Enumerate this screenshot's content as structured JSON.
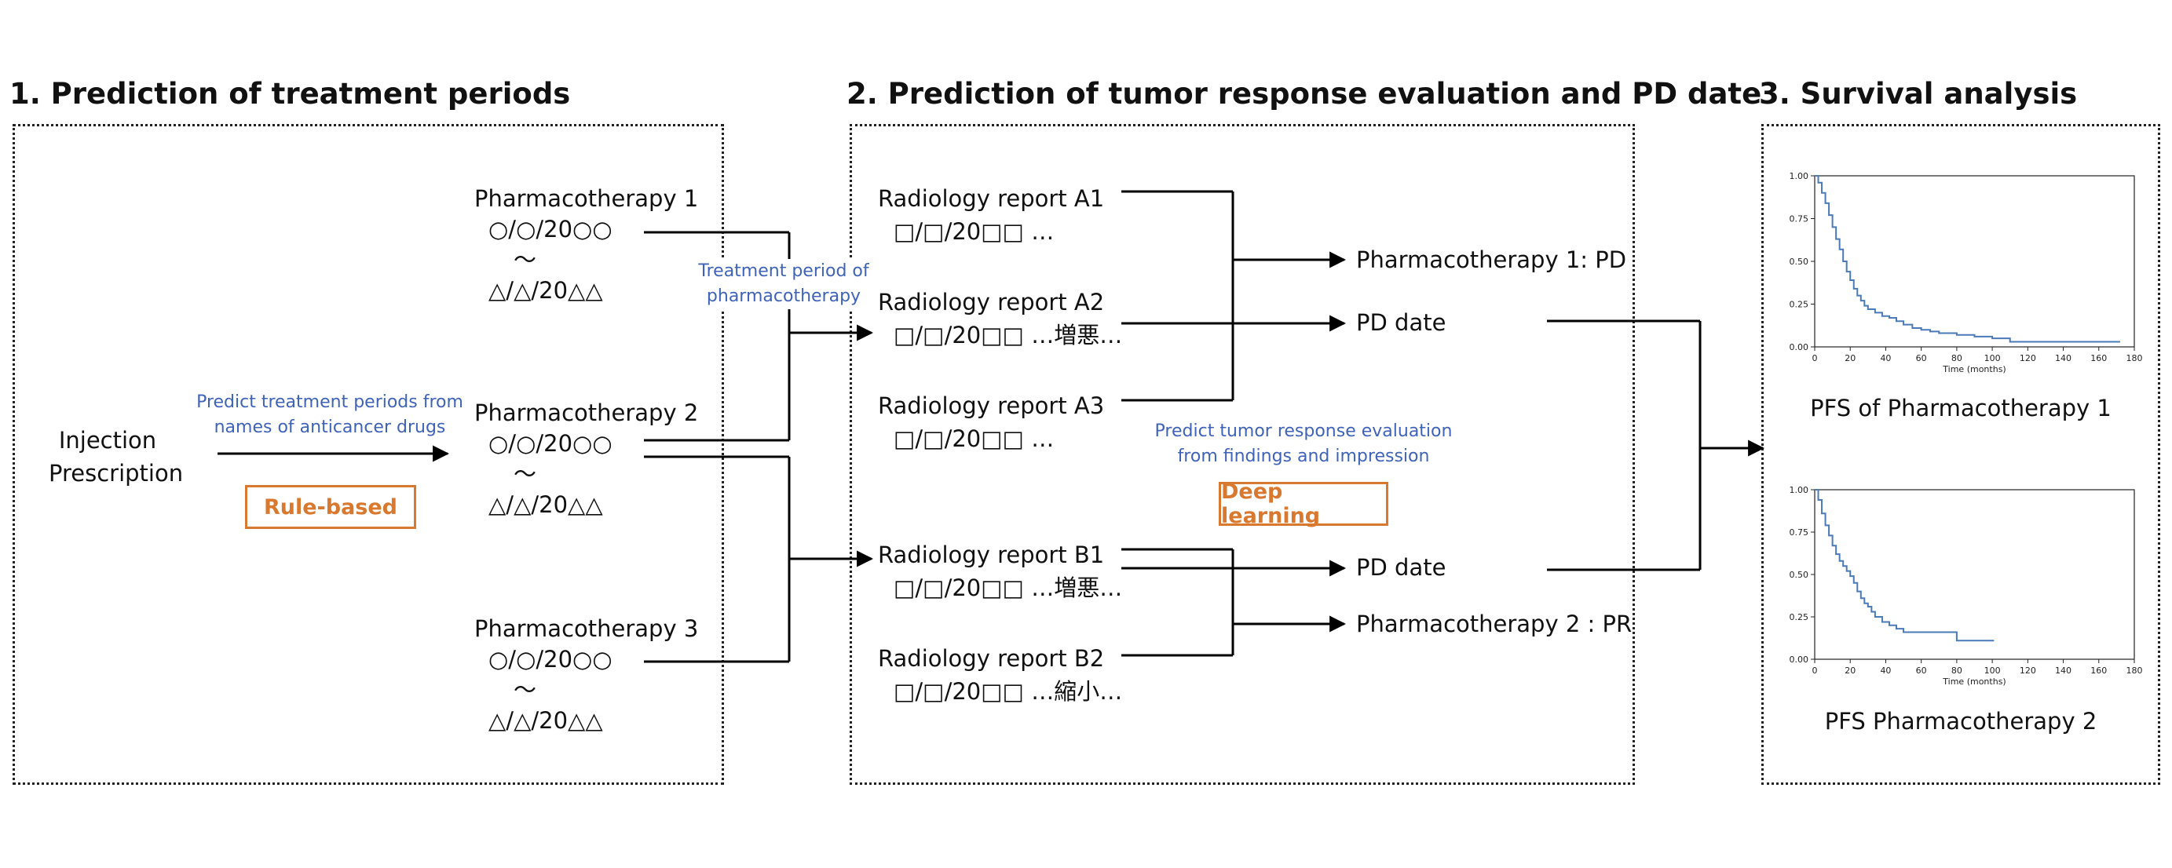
{
  "sections": {
    "s1_title": "1. Prediction of treatment periods",
    "s2_title": "2. Prediction of tumor response evaluation and PD date",
    "s3_title": "3. Survival analysis"
  },
  "section1": {
    "input_line1": "Injection",
    "input_line2": "Prescription",
    "arrow_note_line1": "Predict treatment periods from",
    "arrow_note_line2": "names of anticancer drugs",
    "method": "Rule-based",
    "therapies": [
      {
        "name": "Pharmacotherapy 1",
        "start": "○/○/20○○",
        "tilde": "〜",
        "end": "△/△/20△△"
      },
      {
        "name": "Pharmacotherapy 2",
        "start": "○/○/20○○",
        "tilde": "〜",
        "end": "△/△/20△△"
      },
      {
        "name": "Pharmacotherapy 3",
        "start": "○/○/20○○",
        "tilde": "〜",
        "end": "△/△/20△△"
      }
    ],
    "connector_note_line1": "Treatment period of",
    "connector_note_line2": "pharmacotherapy"
  },
  "section2": {
    "reports": [
      {
        "name": "Radiology report A1",
        "line": "□/□/20□□ …"
      },
      {
        "name": "Radiology report A2",
        "line": "□/□/20□□ …増悪…"
      },
      {
        "name": "Radiology report A3",
        "line": "□/□/20□□ …"
      },
      {
        "name": "Radiology report B1",
        "line": "□/□/20□□ …増悪…"
      },
      {
        "name": "Radiology report B2",
        "line": "□/□/20□□ …縮小…"
      }
    ],
    "outputs": {
      "a_eval": "Pharmacotherapy 1: PD",
      "a_date": "PD date",
      "b_date": "PD date",
      "b_eval": "Pharmacotherapy 2 : PR"
    },
    "note_line1": "Predict tumor response evaluation",
    "note_line2": "from findings and impression",
    "method": "Deep learning"
  },
  "section3": {
    "plot1_caption": "PFS of Pharmacotherapy 1",
    "plot2_caption": "PFS Pharmacotherapy 2"
  },
  "colors": {
    "curve": "#4a7ab8",
    "method": "#d9782f",
    "note": "#3f63b8"
  },
  "chart_data": [
    {
      "type": "line",
      "title": "",
      "xlabel": "Time (months)",
      "ylabel": "",
      "xlim": [
        0,
        180
      ],
      "ylim": [
        0,
        1
      ],
      "x_ticks": [
        0,
        20,
        40,
        60,
        80,
        100,
        120,
        140,
        160,
        180
      ],
      "y_ticks": [
        "0.00",
        "0.25",
        "0.50",
        "0.75",
        "1.00"
      ],
      "grid": false,
      "series": [
        {
          "x": [
            0,
            2,
            4,
            6,
            8,
            10,
            12,
            14,
            16,
            18,
            20,
            22,
            24,
            26,
            28,
            30,
            34,
            38,
            42,
            46,
            50,
            55,
            60,
            65,
            70,
            80,
            90,
            100,
            110,
            130,
            150,
            172
          ],
          "y": [
            1.0,
            0.96,
            0.9,
            0.84,
            0.77,
            0.7,
            0.63,
            0.57,
            0.5,
            0.44,
            0.39,
            0.34,
            0.3,
            0.27,
            0.24,
            0.22,
            0.2,
            0.18,
            0.17,
            0.15,
            0.13,
            0.11,
            0.1,
            0.09,
            0.08,
            0.07,
            0.06,
            0.05,
            0.03,
            0.03,
            0.03,
            0.03
          ]
        }
      ]
    },
    {
      "type": "line",
      "title": "",
      "xlabel": "Time (months)",
      "ylabel": "",
      "xlim": [
        0,
        180
      ],
      "ylim": [
        0,
        1
      ],
      "x_ticks": [
        0,
        20,
        40,
        60,
        80,
        100,
        120,
        140,
        160,
        180
      ],
      "y_ticks": [
        "0.00",
        "0.25",
        "0.50",
        "0.75",
        "1.00"
      ],
      "grid": false,
      "series": [
        {
          "x": [
            0,
            2,
            4,
            6,
            8,
            10,
            12,
            14,
            16,
            18,
            20,
            22,
            24,
            26,
            28,
            30,
            32,
            34,
            38,
            42,
            46,
            50,
            56,
            62,
            70,
            80,
            90,
            101
          ],
          "y": [
            1.0,
            0.94,
            0.86,
            0.79,
            0.73,
            0.67,
            0.62,
            0.58,
            0.55,
            0.52,
            0.49,
            0.45,
            0.4,
            0.36,
            0.33,
            0.31,
            0.28,
            0.25,
            0.22,
            0.2,
            0.18,
            0.16,
            0.16,
            0.16,
            0.16,
            0.11,
            0.11,
            0.11
          ]
        }
      ]
    }
  ]
}
